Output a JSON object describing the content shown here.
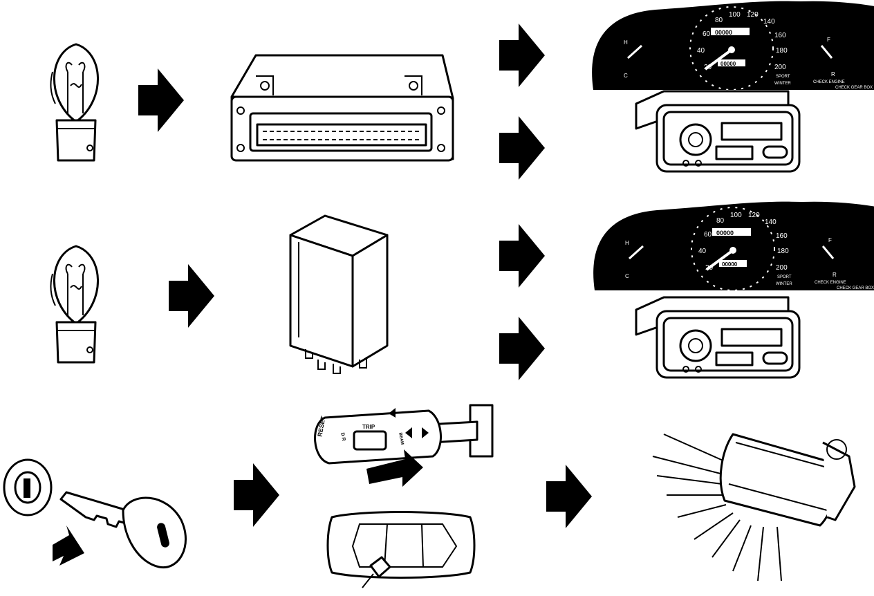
{
  "speedometer": {
    "ticks": [
      "20",
      "40",
      "60",
      "80",
      "100",
      "120",
      "140",
      "160",
      "180",
      "200"
    ],
    "gauge_left_top": "H",
    "gauge_left_bottom": "C",
    "gauge_right_top": "F",
    "gauge_right_bottom": "R",
    "odometer": "00000",
    "trip": "00000",
    "label_sport": "SPORT",
    "label_winter": "WINTER",
    "label_check_engine": "CHECK ENGINE",
    "label_check_gearbox": "CHECK GEAR BOX"
  },
  "stalk": {
    "label_reset": "RESET",
    "label_trip": "TRIP",
    "label_side": "BEAM",
    "label_pos": "D R"
  },
  "colors": {
    "ink": "#000000",
    "paper": "#ffffff"
  }
}
